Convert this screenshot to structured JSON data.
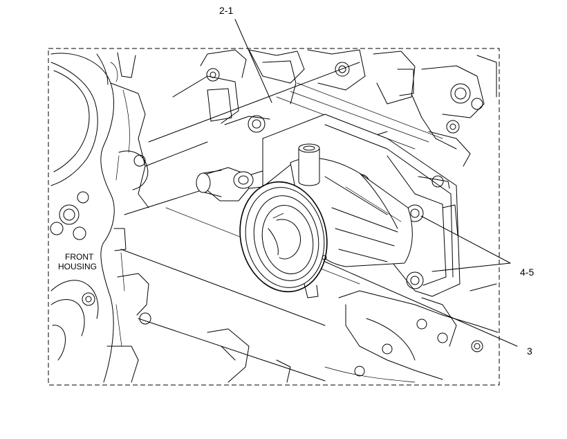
{
  "callouts": {
    "part_2_1": "2-1",
    "part_4_5": "4-5",
    "part_3": "3"
  },
  "labels": {
    "front_housing_line1": "FRONT",
    "front_housing_line2": "HOUSING"
  },
  "colors": {
    "line": "#000000",
    "background": "#ffffff"
  }
}
